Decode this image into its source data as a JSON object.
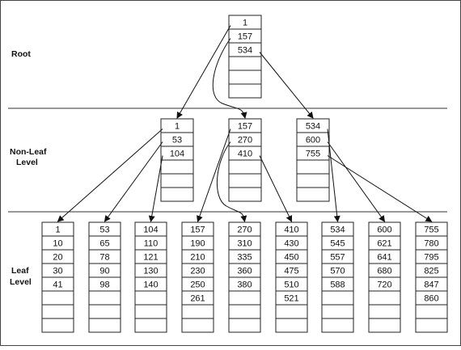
{
  "levels": {
    "root": "Root",
    "nonleaf": [
      "Non-Leaf",
      "Level"
    ],
    "leaf": [
      "Leaf",
      "Level"
    ]
  },
  "root_node": [
    "1",
    "157",
    "534",
    "",
    "",
    ""
  ],
  "nonleaf_nodes": [
    [
      "1",
      "53",
      "104",
      "",
      "",
      ""
    ],
    [
      "157",
      "270",
      "410",
      "",
      "",
      ""
    ],
    [
      "534",
      "600",
      "755",
      "",
      "",
      ""
    ]
  ],
  "leaf_nodes": [
    [
      "1",
      "10",
      "20",
      "30",
      "41",
      "",
      "",
      ""
    ],
    [
      "53",
      "65",
      "78",
      "90",
      "98",
      "",
      "",
      ""
    ],
    [
      "104",
      "110",
      "121",
      "130",
      "140",
      "",
      "",
      ""
    ],
    [
      "157",
      "190",
      "210",
      "230",
      "250",
      "261",
      "",
      ""
    ],
    [
      "270",
      "310",
      "335",
      "360",
      "380",
      "",
      "",
      ""
    ],
    [
      "410",
      "430",
      "450",
      "475",
      "510",
      "521",
      "",
      ""
    ],
    [
      "534",
      "545",
      "557",
      "570",
      "588",
      "",
      "",
      ""
    ],
    [
      "600",
      "621",
      "641",
      "680",
      "720",
      "",
      "",
      ""
    ],
    [
      "755",
      "780",
      "795",
      "825",
      "847",
      "860",
      "",
      ""
    ]
  ],
  "colors": {
    "line": "#222222",
    "background": "#ffffff"
  }
}
